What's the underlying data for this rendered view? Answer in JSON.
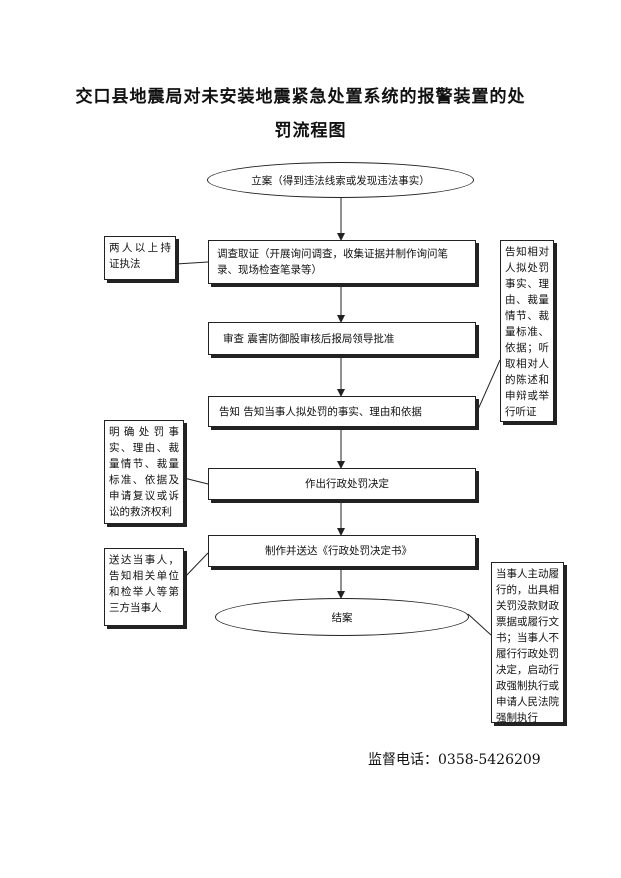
{
  "title": {
    "line1": "交口县地震局对未安装地震紧急处置系统的报警装置的处",
    "line2": "罚流程图"
  },
  "steps": [
    {
      "id": "filing",
      "text": "立案（得到违法线索或发现违法事实）"
    },
    {
      "id": "investigate",
      "text": "调查取证（开展询问调查，收集证据并制作询问笔录、现场检查笔录等）"
    },
    {
      "id": "review",
      "text": "审查  震害防御股审核后报局领导批准"
    },
    {
      "id": "notify",
      "text": "告知  告知当事人拟处罚的事实、理由和依据"
    },
    {
      "id": "decide",
      "text": "作出行政处罚决定"
    },
    {
      "id": "deliver",
      "text": "制作并送达《行政处罚决定书》"
    },
    {
      "id": "close",
      "text": "结案"
    }
  ],
  "notes": {
    "two_person": "两人以上持证执法",
    "notify_rights": "告知相对人拟处罚事实、理由、裁量情节、裁量标准、依据；听取相对人的陈述和申辩或举行听证",
    "clarify_facts": "明确处罚事实、理由、裁量情节、裁量标准、依据及申请复议或诉讼的救济权利",
    "delivery_parties": "送达当事人，告知相关单位和检举人等第三方当事人",
    "enforcement": "当事人主动履行的，出具相关罚没款财政票据或履行文书；当事人不履行行政处罚决定，启动行政强制执行或申请人民法院强制执行"
  },
  "footer": {
    "label": "监督电话：",
    "phone": "0358-5426209"
  }
}
